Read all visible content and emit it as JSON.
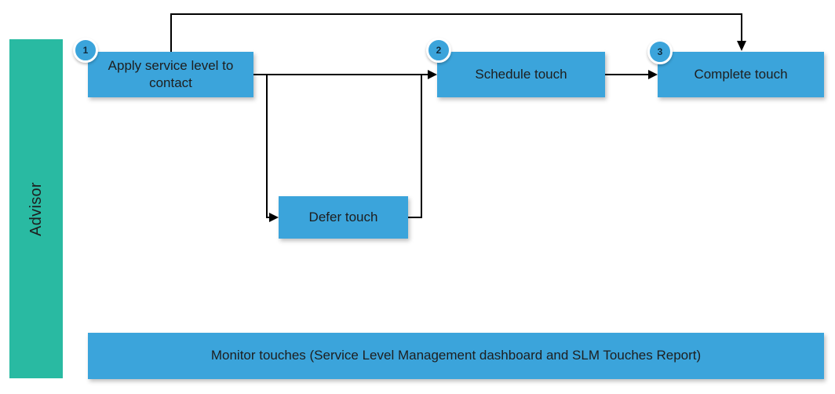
{
  "diagram": {
    "lane": {
      "label": "Advisor"
    },
    "nodes": {
      "apply": {
        "badge": "1",
        "label": "Apply service level to contact"
      },
      "schedule": {
        "badge": "2",
        "label": "Schedule touch"
      },
      "complete": {
        "badge": "3",
        "label": "Complete touch"
      },
      "defer": {
        "label": "Defer touch"
      },
      "monitor": {
        "label": "Monitor touches (Service Level Management dashboard and SLM Touches Report)"
      }
    },
    "colors": {
      "node_fill": "#3BA4DB",
      "lane_fill": "#29BAA2",
      "connector": "#000000",
      "text": "#1E1E1E"
    }
  }
}
